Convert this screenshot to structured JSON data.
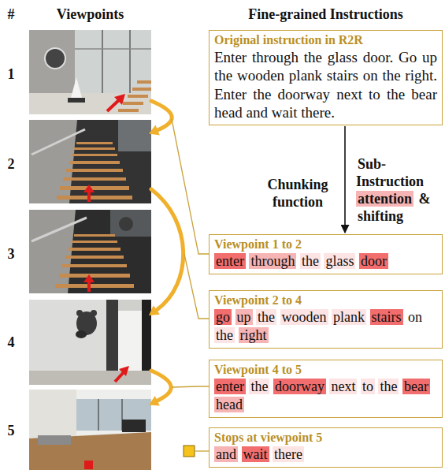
{
  "diagram": {
    "nodes": [
      {
        "text": [
          "Original instruction in R2R",
          "Enter through the glass door. Go up the wooden plank stairs on the right. Enter the doorway next to the bear head and wait there."
        ]
      },
      {
        "text": [
          "Viewpoint 1 to 2",
          "enter through the glass door"
        ]
      },
      {
        "text": [
          "Viewpoint 2 to 4",
          "go up the wooden plank stairs on the right"
        ]
      },
      {
        "text": [
          "Viewpoint 4 to 5",
          "enter the doorway next to the bear head"
        ]
      },
      {
        "text": [
          "Stops at viewpoint 5",
          "and wait there"
        ]
      }
    ],
    "edges": [
      {
        "from": 0,
        "to": 1,
        "arrow": "to"
      }
    ],
    "labels": [
      "#",
      "Viewpoints",
      "Fine-grained Instructions",
      "1",
      "2",
      "3",
      "4",
      "5",
      "Chunking function",
      "Sub-Instruction attention & shifting"
    ]
  }
}
